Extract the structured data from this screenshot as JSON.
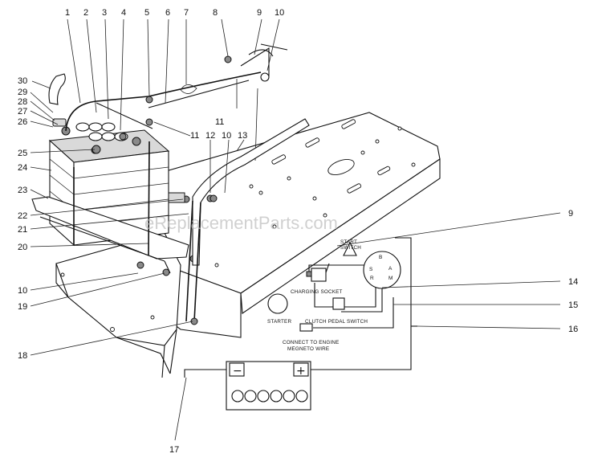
{
  "watermark": "eReplacementParts.com",
  "callouts": [
    {
      "id": "c1",
      "label": "1"
    },
    {
      "id": "c2",
      "label": "2"
    },
    {
      "id": "c3",
      "label": "3"
    },
    {
      "id": "c4",
      "label": "4"
    },
    {
      "id": "c5",
      "label": "5"
    },
    {
      "id": "c6",
      "label": "6"
    },
    {
      "id": "c7",
      "label": "7"
    },
    {
      "id": "c8",
      "label": "8"
    },
    {
      "id": "c9a",
      "label": "9"
    },
    {
      "id": "c10a",
      "label": "10"
    },
    {
      "id": "c11a",
      "label": "11"
    },
    {
      "id": "c11b",
      "label": "11"
    },
    {
      "id": "c12",
      "label": "12"
    },
    {
      "id": "c10b",
      "label": "10"
    },
    {
      "id": "c13",
      "label": "13"
    },
    {
      "id": "c30",
      "label": "30"
    },
    {
      "id": "c29",
      "label": "29"
    },
    {
      "id": "c28",
      "label": "28"
    },
    {
      "id": "c27",
      "label": "27"
    },
    {
      "id": "c26",
      "label": "26"
    },
    {
      "id": "c25",
      "label": "25"
    },
    {
      "id": "c24",
      "label": "24"
    },
    {
      "id": "c23",
      "label": "23"
    },
    {
      "id": "c22",
      "label": "22"
    },
    {
      "id": "c21",
      "label": "21"
    },
    {
      "id": "c20",
      "label": "20"
    },
    {
      "id": "c10c",
      "label": "10"
    },
    {
      "id": "c19",
      "label": "19"
    },
    {
      "id": "c18",
      "label": "18"
    },
    {
      "id": "c17",
      "label": "17"
    },
    {
      "id": "c9b",
      "label": "9"
    },
    {
      "id": "c14",
      "label": "14"
    },
    {
      "id": "c15",
      "label": "15"
    },
    {
      "id": "c16",
      "label": "16"
    }
  ],
  "schematic": {
    "start_switch_line1": "START",
    "start_switch_line2": "SWITCH",
    "charging_socket": "CHARGING SOCKET",
    "starter": "STARTER",
    "clutch_pedal_switch": "CLUTCH PEDAL SWITCH",
    "engine_line1": "CONNECT TO ENGINE",
    "engine_line2": "MEGNETO WIRE",
    "terminal_letters": [
      "B",
      "A",
      "M",
      "R",
      "S"
    ],
    "battery_minus": "−",
    "battery_plus": "+"
  }
}
